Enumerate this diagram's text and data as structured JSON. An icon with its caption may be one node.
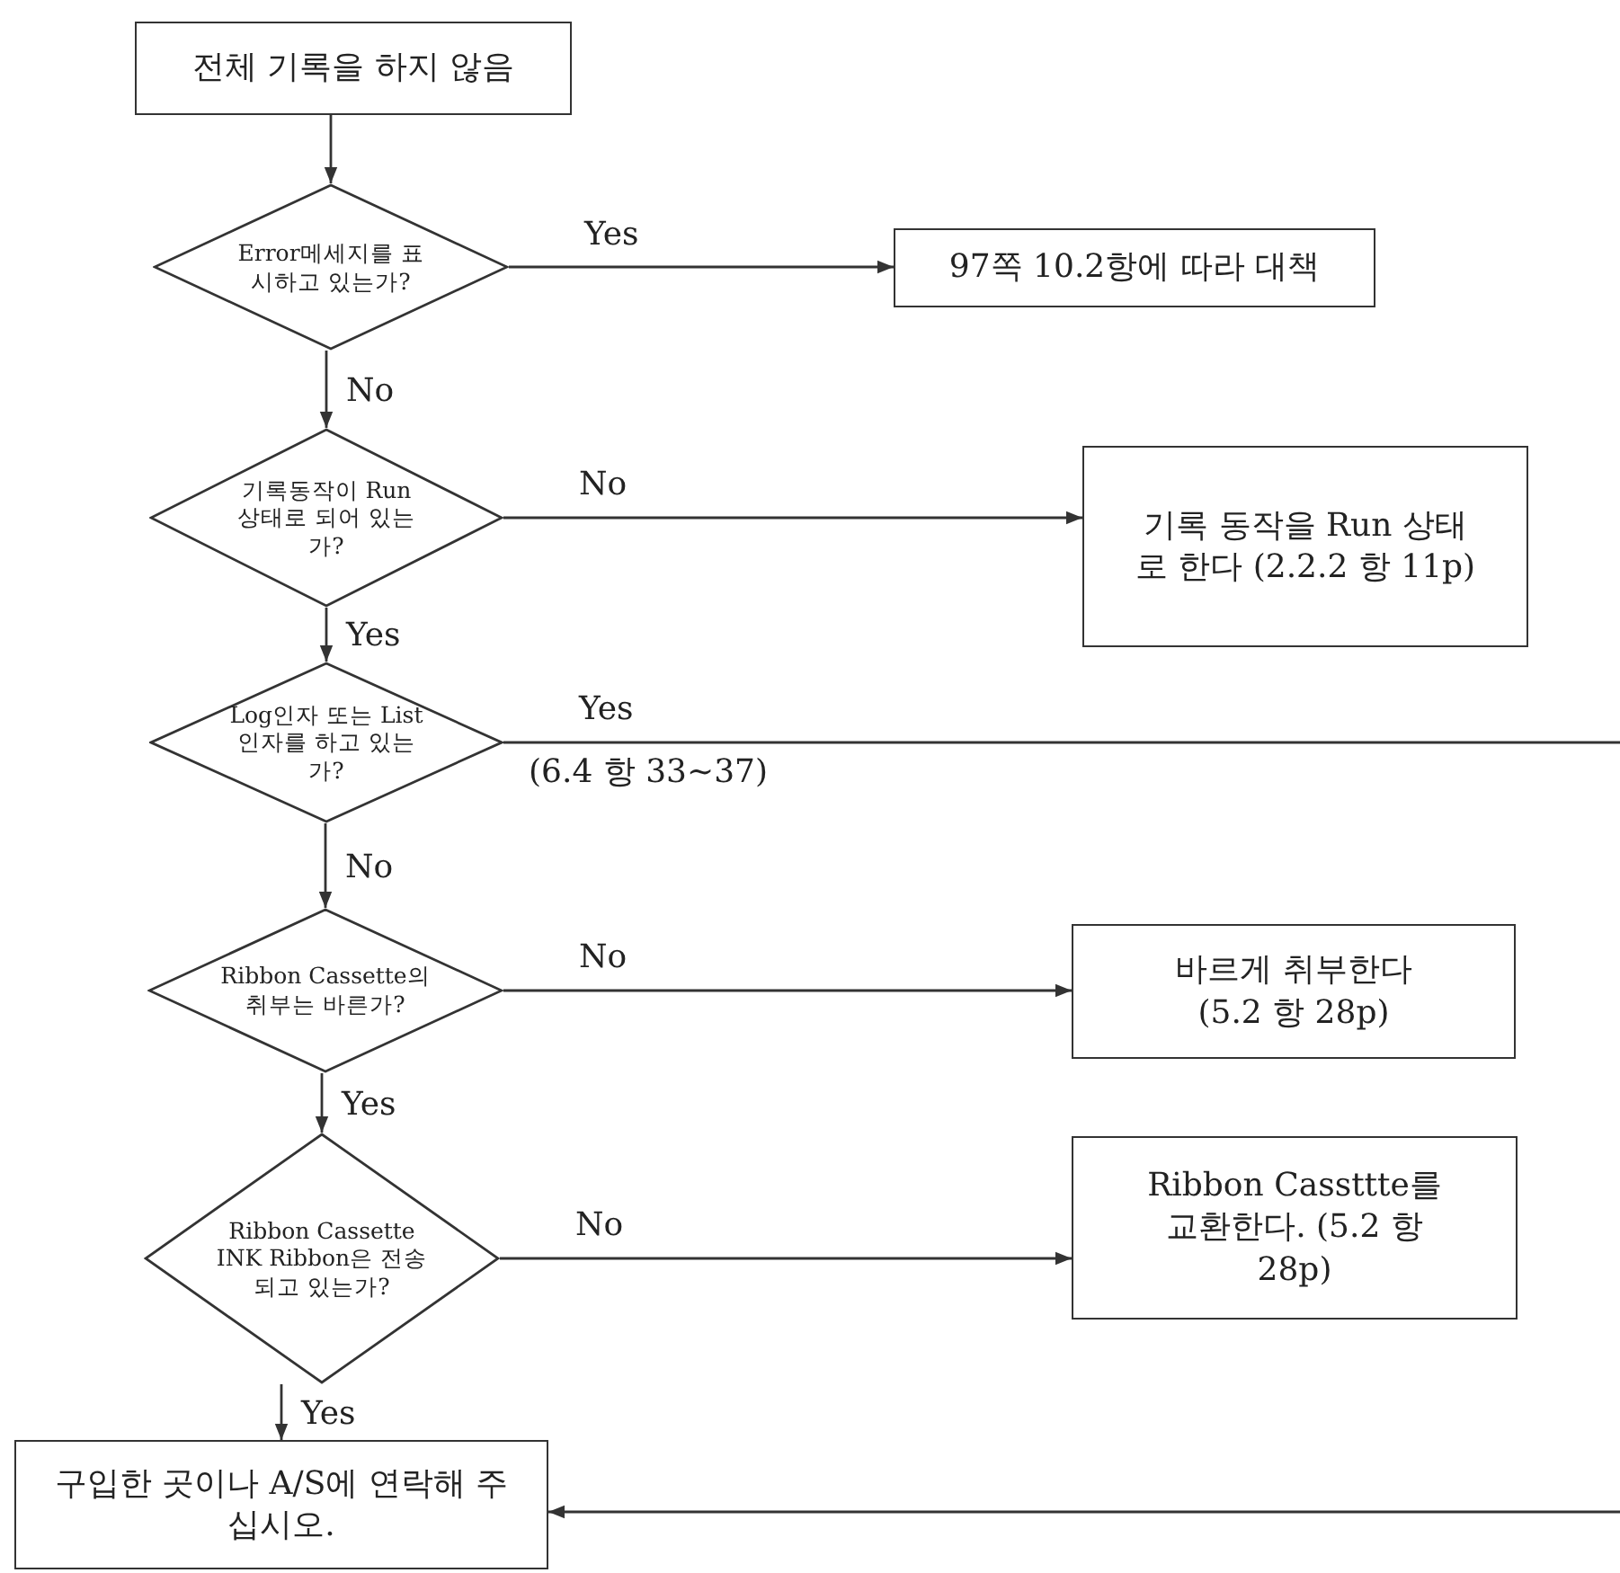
{
  "diagram": {
    "nodes": [
      {
        "text": [
          "전체 기록을 하지 않음"
        ]
      },
      {
        "text": [
          "Error메세지를 표시하고 있는가?"
        ]
      },
      {
        "text": [
          "97쪽 10.2항에 따라 대책"
        ]
      },
      {
        "text": [
          "기록동작이 Run상태로 되어 있는가?"
        ]
      },
      {
        "text": [
          "기록 동작을 Run 상태로 한다 (2.2.2 항 11p)"
        ]
      },
      {
        "text": [
          "Log인자 또는 List인자를 하고 있는가?"
        ]
      },
      {
        "text": [
          "Ribbon Cassette의 취부는 바른가?"
        ]
      },
      {
        "text": [
          "바르게 취부한다 (5.2 항 28p)"
        ]
      },
      {
        "text": [
          "Ribbon Cassette INK Ribbon은 전송되고 있는가?"
        ]
      },
      {
        "text": [
          "Ribbon Cassttte를 교환한다. (5.2 항 28p)"
        ]
      },
      {
        "text": [
          "구입한 곳이나 A/S에 연락해 주십시오."
        ]
      }
    ],
    "edges": [
      {
        "from": 0,
        "to": 1,
        "arrow": "to"
      },
      {
        "from": 1,
        "to": 2,
        "arrow": "to",
        "label": "Yes"
      },
      {
        "from": 1,
        "to": 3,
        "arrow": "to",
        "label": "No"
      },
      {
        "from": 3,
        "to": 4,
        "arrow": "to",
        "label": "No"
      },
      {
        "from": 3,
        "to": 5,
        "arrow": "to",
        "label": "Yes"
      },
      {
        "from": 5,
        "to": null,
        "arrow": "none",
        "label": "Yes"
      },
      {
        "from": 5,
        "to": 6,
        "arrow": "to",
        "label": "No"
      },
      {
        "from": 6,
        "to": 7,
        "arrow": "to",
        "label": "No"
      },
      {
        "from": 6,
        "to": 8,
        "arrow": "to",
        "label": "Yes"
      },
      {
        "from": 8,
        "to": 9,
        "arrow": "to",
        "label": "No"
      },
      {
        "from": 8,
        "to": 10,
        "arrow": "to",
        "label": "Yes"
      },
      {
        "from": null,
        "to": 10,
        "arrow": "to"
      }
    ],
    "labels": [
      "(6.4 항 33~37)"
    ]
  }
}
